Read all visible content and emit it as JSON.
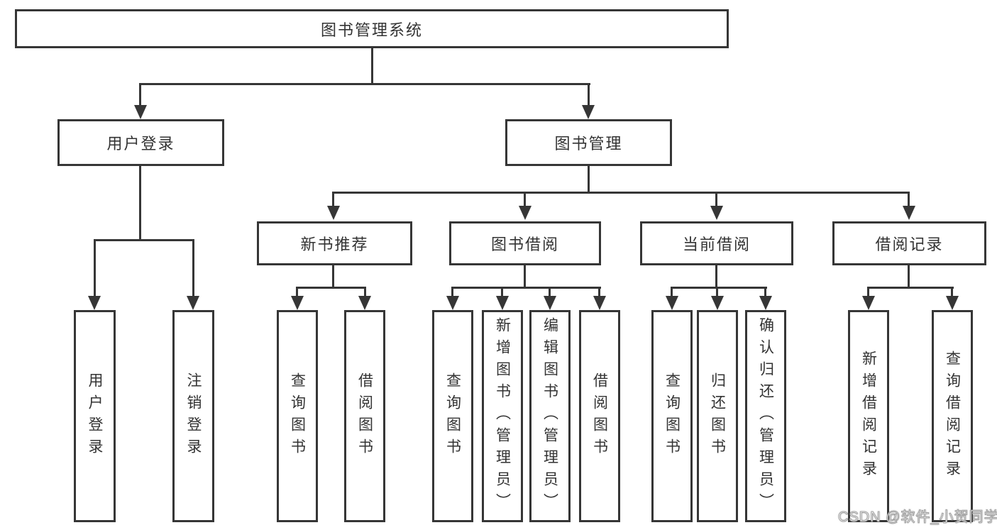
{
  "diagram": {
    "root": "图书管理系统",
    "branches": [
      {
        "label": "用户登录",
        "children": [
          "用户登录",
          "注销登录"
        ]
      },
      {
        "label": "图书管理",
        "children": [
          {
            "label": "新书推荐",
            "children": [
              "查询图书",
              "借阅图书"
            ]
          },
          {
            "label": "图书借阅",
            "children": [
              "查询图书",
              "新增图书（管理员）",
              "编辑图书（管理员）",
              "借阅图书"
            ]
          },
          {
            "label": "当前借阅",
            "children": [
              "查询图书",
              "归还图书",
              "确认归还（管理员）"
            ]
          },
          {
            "label": "借阅记录",
            "children": [
              "新增借阅记录",
              "查询借阅记录"
            ]
          }
        ]
      }
    ]
  },
  "watermark": "CSDN @软件_小贺同学",
  "colors": {
    "line": "#363636",
    "box_border": "#363636",
    "text": "#333333",
    "background": "#ffffff",
    "watermark_fill": "#fdfdfd",
    "watermark_outline": "#a0a0a0"
  }
}
